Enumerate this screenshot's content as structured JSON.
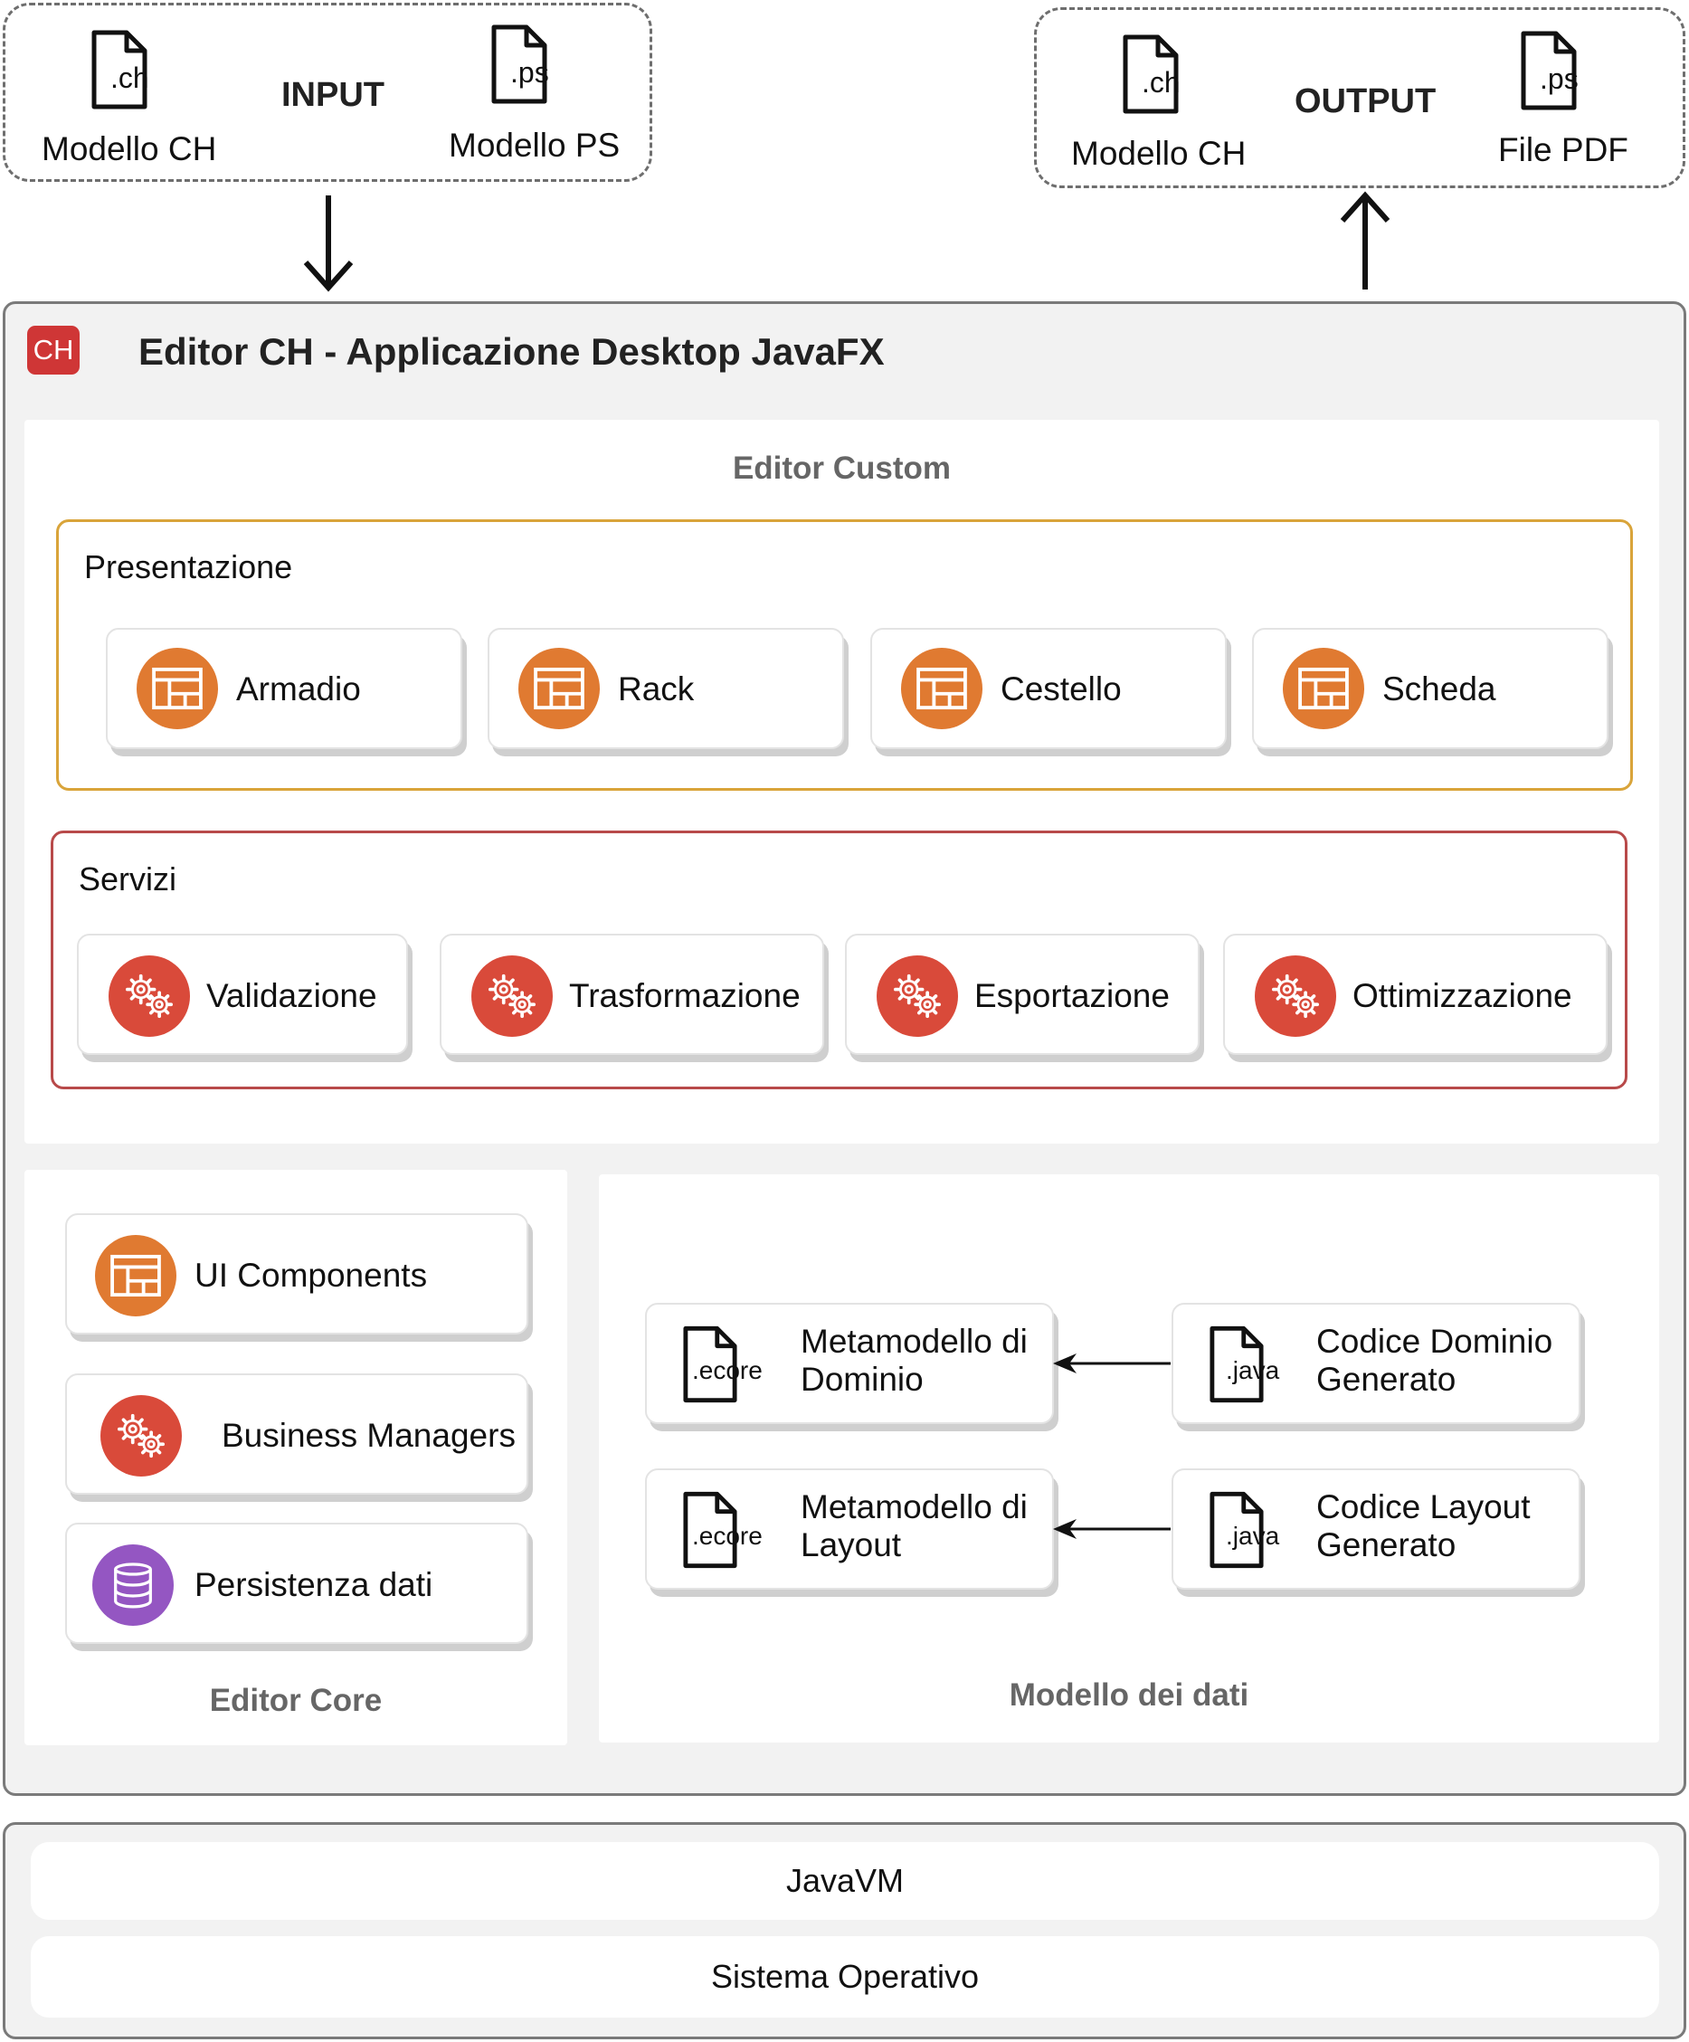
{
  "input": {
    "title": "INPUT",
    "files": [
      {
        "ext": ".ch",
        "label": "Modello CH"
      },
      {
        "ext": ".ps",
        "label": "Modello PS"
      }
    ]
  },
  "output": {
    "title": "OUTPUT",
    "files": [
      {
        "ext": ".ch",
        "label": "Modello CH"
      },
      {
        "ext": ".ps",
        "label": "File PDF"
      }
    ]
  },
  "app": {
    "badge": "CH",
    "title": "Editor CH - Applicazione Desktop JavaFX"
  },
  "editor_custom": {
    "title": "Editor Custom",
    "presentazione": {
      "title": "Presentazione",
      "color": "#d9a43a",
      "items": [
        "Armadio",
        "Rack",
        "Cestello",
        "Scheda"
      ]
    },
    "servizi": {
      "title": "Servizi",
      "color": "#b84a4a",
      "items": [
        "Validazione",
        "Trasformazione",
        "Esportazione",
        "Ottimizzazione"
      ]
    }
  },
  "editor_core": {
    "title": "Editor Core",
    "items": [
      {
        "label": "UI Components",
        "icon": "layout-icon"
      },
      {
        "label": "Business Managers",
        "icon": "gears-icon"
      },
      {
        "label": "Persistenza dati",
        "icon": "database-icon"
      }
    ]
  },
  "modello_dati": {
    "title": "Modello dei dati",
    "rows": [
      {
        "left": {
          "ext": ".ecore",
          "line1": "Metamodello di",
          "line2": "Dominio"
        },
        "right": {
          "ext": ".java",
          "line1": "Codice Dominio",
          "line2": "Generato"
        }
      },
      {
        "left": {
          "ext": ".ecore",
          "line1": "Metamodello di",
          "line2": "Layout"
        },
        "right": {
          "ext": ".java",
          "line1": "Codice Layout",
          "line2": "Generato"
        }
      }
    ]
  },
  "layers": {
    "jvm": "JavaVM",
    "os": "Sistema Operativo"
  },
  "colors": {
    "orange": "#e07a31",
    "red": "#d94a3a",
    "purple": "#9456c2",
    "badge": "#cf3636"
  }
}
